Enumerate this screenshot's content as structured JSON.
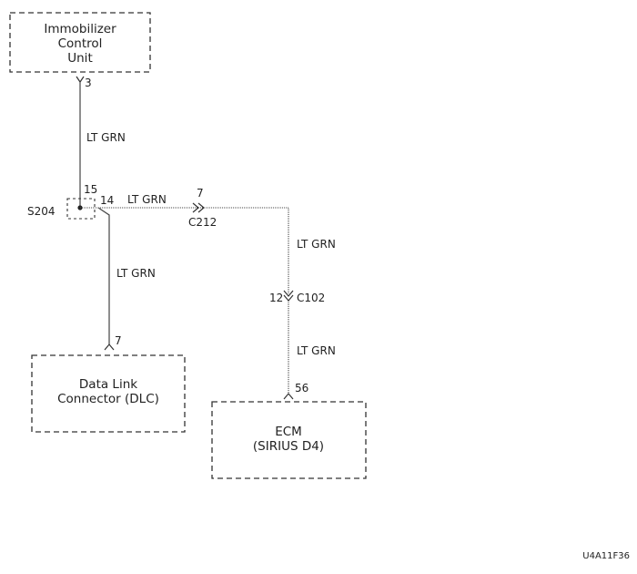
{
  "components": {
    "immobilizer": {
      "line1": "Immobilizer",
      "line2": "Control",
      "line3": "Unit",
      "pin": "3"
    },
    "dlc": {
      "line1": "Data Link",
      "line2": "Connector (DLC)",
      "pin": "7"
    },
    "ecm": {
      "line1": "ECM",
      "line2": "(SIRIUS D4)",
      "pin": "56"
    }
  },
  "splice": {
    "name": "S204",
    "pin_in": "15",
    "pin_out": "14"
  },
  "connectors": {
    "c212": {
      "name": "C212",
      "pin": "7"
    },
    "c102": {
      "name": "C102",
      "pin": "12"
    }
  },
  "wires": {
    "immo_to_splice": "LT GRN",
    "splice_to_c212": "LT GRN",
    "splice_to_dlc": "LT GRN",
    "c212_to_c102": "LT GRN",
    "c102_to_ecm": "LT GRN"
  },
  "figure_id": "U4A11F36"
}
